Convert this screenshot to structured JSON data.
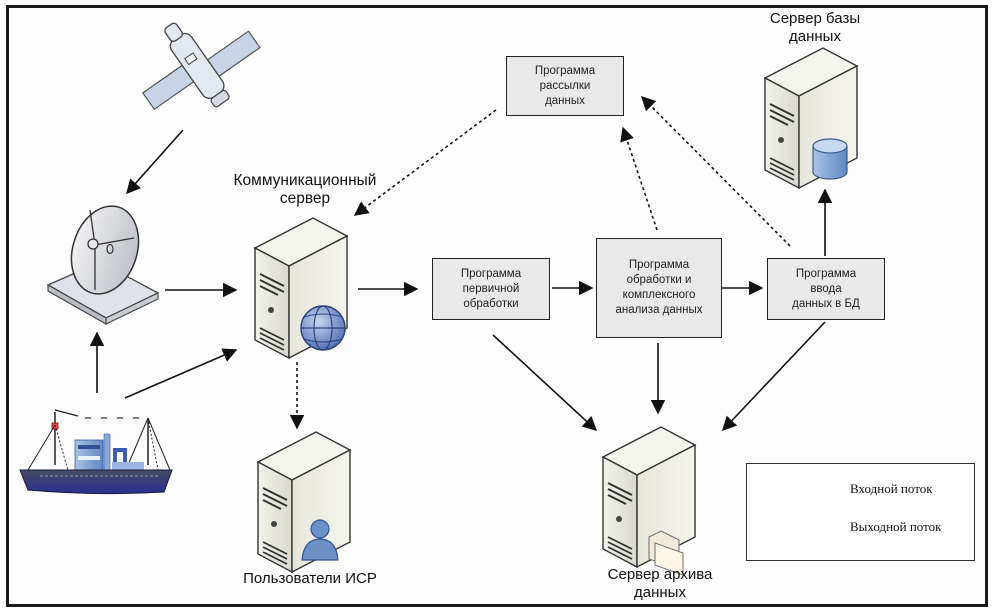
{
  "diagram": {
    "title": "",
    "nodes": {
      "satellite": {
        "icon": "satellite-icon"
      },
      "antenna": {
        "icon": "satellite-dish-icon"
      },
      "ship": {
        "icon": "ship-icon"
      },
      "comm_server": {
        "label_line1": "Коммуникационный",
        "label_line2": "сервер",
        "icon": "server-globe-icon"
      },
      "users_server": {
        "label": "Пользователи ИСР",
        "icon": "server-user-icon"
      },
      "distribution_program": {
        "line1": "Программа",
        "line2": "рассылки",
        "line3": "данных"
      },
      "primary_processing": {
        "line1": "Программа",
        "line2": "первичной",
        "line3": "обработки"
      },
      "complex_analysis": {
        "line1": "Программа",
        "line2": "обработки и",
        "line3": "комплексного",
        "line4": "анализа данных"
      },
      "db_input": {
        "line1": "Программа",
        "line2": "ввода",
        "line3": "данных в БД"
      },
      "db_server": {
        "label_line1": "Сервер базы",
        "label_line2": "данных",
        "icon": "server-database-icon"
      },
      "archive_server": {
        "label_line1": "Сервер архива",
        "label_line2": "данных",
        "icon": "server-folder-icon"
      }
    },
    "edges": [
      {
        "from": "satellite",
        "to": "antenna",
        "style": "solid"
      },
      {
        "from": "ship",
        "to": "antenna",
        "style": "solid"
      },
      {
        "from": "antenna",
        "to": "comm_server",
        "style": "solid"
      },
      {
        "from": "ship",
        "to": "comm_server",
        "style": "solid"
      },
      {
        "from": "comm_server",
        "to": "primary_processing",
        "style": "solid"
      },
      {
        "from": "comm_server",
        "to": "users_server",
        "style": "dashed"
      },
      {
        "from": "distribution_program",
        "to": "comm_server",
        "style": "dashed"
      },
      {
        "from": "primary_processing",
        "to": "complex_analysis",
        "style": "solid"
      },
      {
        "from": "complex_analysis",
        "to": "db_input",
        "style": "solid"
      },
      {
        "from": "complex_analysis",
        "to": "distribution_program",
        "style": "dashed"
      },
      {
        "from": "db_input",
        "to": "distribution_program",
        "style": "dashed"
      },
      {
        "from": "db_input",
        "to": "db_server",
        "style": "solid"
      },
      {
        "from": "primary_processing",
        "to": "archive_server",
        "style": "solid"
      },
      {
        "from": "complex_analysis",
        "to": "archive_server",
        "style": "solid"
      },
      {
        "from": "db_input",
        "to": "archive_server",
        "style": "solid"
      }
    ]
  },
  "legend": {
    "items": [
      {
        "style": "solid",
        "label": "Входной поток"
      },
      {
        "style": "dashed",
        "label": "Выходной поток"
      }
    ]
  }
}
